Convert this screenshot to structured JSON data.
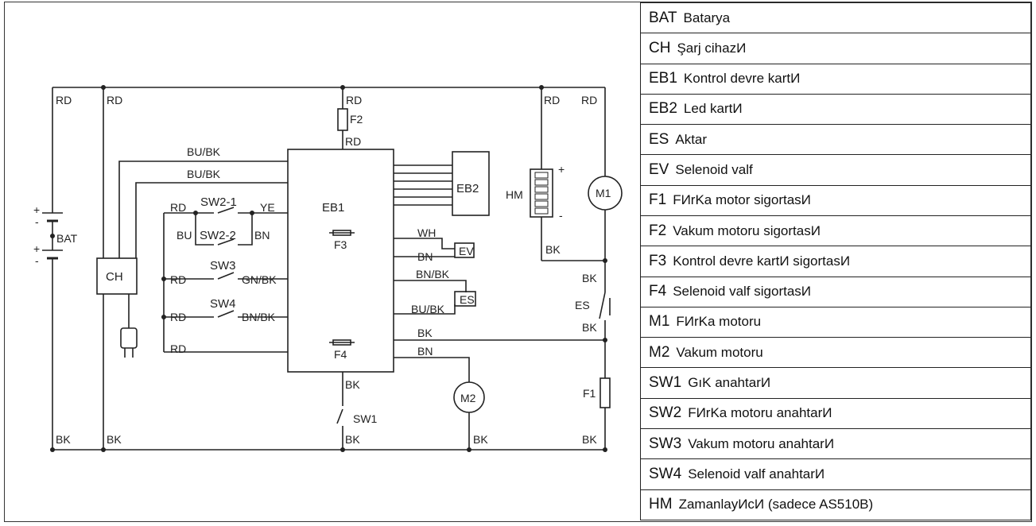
{
  "diagram": {
    "wire_labels": {
      "rd_left1": "RD",
      "rd_left2": "RD",
      "rd_f2_top": "RD",
      "rd_f2_bottom": "RD",
      "rd_right1": "RD",
      "rd_right2": "RD",
      "bu_bk_1": "BU/BK",
      "bu_bk_2": "BU/BK",
      "rd_sw2": "RD",
      "ye": "YE",
      "bu": "BU",
      "bn_sw2": "BN",
      "rd_sw3": "RD",
      "gn_bk": "GN/BK",
      "rd_sw4": "RD",
      "bn_bk_sw4": "BN/BK",
      "rd_bottom": "RD",
      "wh": "WH",
      "bn_ev": "BN",
      "bn_bk_es": "BN/BK",
      "bu_bk_es": "BU/BK",
      "bk_eb1": "BK",
      "bn_m2": "BN",
      "bk_hm": "BK",
      "bk_right1": "BK",
      "bk_right2": "BK",
      "bk_sw1_top": "BK",
      "bk_sw1_bottom": "BK",
      "bk_m2": "BK",
      "bk_bottom_left1": "BK",
      "bk_bottom_left2": "BK",
      "bk_bottom_right": "BK"
    },
    "components": {
      "eb1": "EB1",
      "eb2": "EB2",
      "f2": "F2",
      "f3": "F3",
      "f4": "F4",
      "f1": "F1",
      "hm": "HM",
      "m1": "M1",
      "m2": "M2",
      "ch": "CH",
      "bat": "BAT",
      "sw2_1": "SW2-1",
      "sw2_2": "SW2-2",
      "sw3": "SW3",
      "sw4": "SW4",
      "sw1": "SW1",
      "es": "ES"
    },
    "polarity": {
      "plus": "+",
      "minus": "-"
    }
  },
  "legend": [
    {
      "code": "BAT",
      "desc": "Batarya"
    },
    {
      "code": "CH",
      "desc": "Şarj cihazИ"
    },
    {
      "code": "EB1",
      "desc": "Kontrol devre kartИ"
    },
    {
      "code": "EB2",
      "desc": "Led kartИ"
    },
    {
      "code": "ES",
      "desc": "Aktar"
    },
    {
      "code": "EV",
      "desc": "Selenoid valf"
    },
    {
      "code": "F1",
      "desc": "FИrKa motor sigortasИ"
    },
    {
      "code": "F2",
      "desc": "Vakum motoru sigortasИ"
    },
    {
      "code": "F3",
      "desc": "Kontrol devre kartИ sigortasИ"
    },
    {
      "code": "F4",
      "desc": "Selenoid valf sigortasИ"
    },
    {
      "code": "M1",
      "desc": "FИrKa motoru"
    },
    {
      "code": "M2",
      "desc": "Vakum motoru"
    },
    {
      "code": "SW1",
      "desc": "GıK anahtarИ"
    },
    {
      "code": "SW2",
      "desc": "FИrKa motoru anahtarИ"
    },
    {
      "code": "SW3",
      "desc": "Vakum motoru anahtarИ"
    },
    {
      "code": "SW4",
      "desc": "Selenoid valf anahtarИ"
    },
    {
      "code": "HM",
      "desc": "ZamanlayИcИ (sadece AS510B)"
    }
  ]
}
